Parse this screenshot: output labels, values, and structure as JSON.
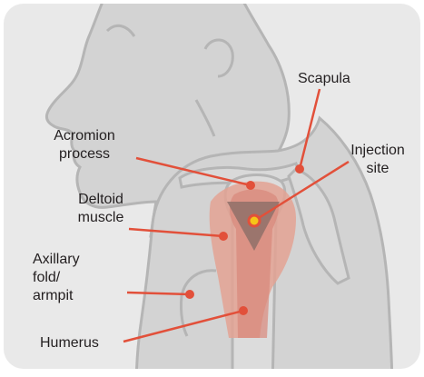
{
  "labels": {
    "scapula": "Scapula",
    "acromion": [
      "Acromion",
      "process"
    ],
    "deltoid": [
      "Deltoid",
      "muscle"
    ],
    "injection": [
      "Injection",
      "site"
    ],
    "axillary": [
      "Axillary",
      "fold/",
      "armpit"
    ],
    "humerus": "Humerus"
  },
  "colors": {
    "background_panel": "#e9e9e9",
    "body_fill": "#d3d3d3",
    "body_outline": "#b5b5b5",
    "bone_fill": "#dcdcdc",
    "muscle_fill": "#e3a293",
    "muscle_core": "#d9887a",
    "triangle_fill": "#8f7068",
    "leader_line": "#e2503a",
    "injection_dot": "#f5c518"
  }
}
